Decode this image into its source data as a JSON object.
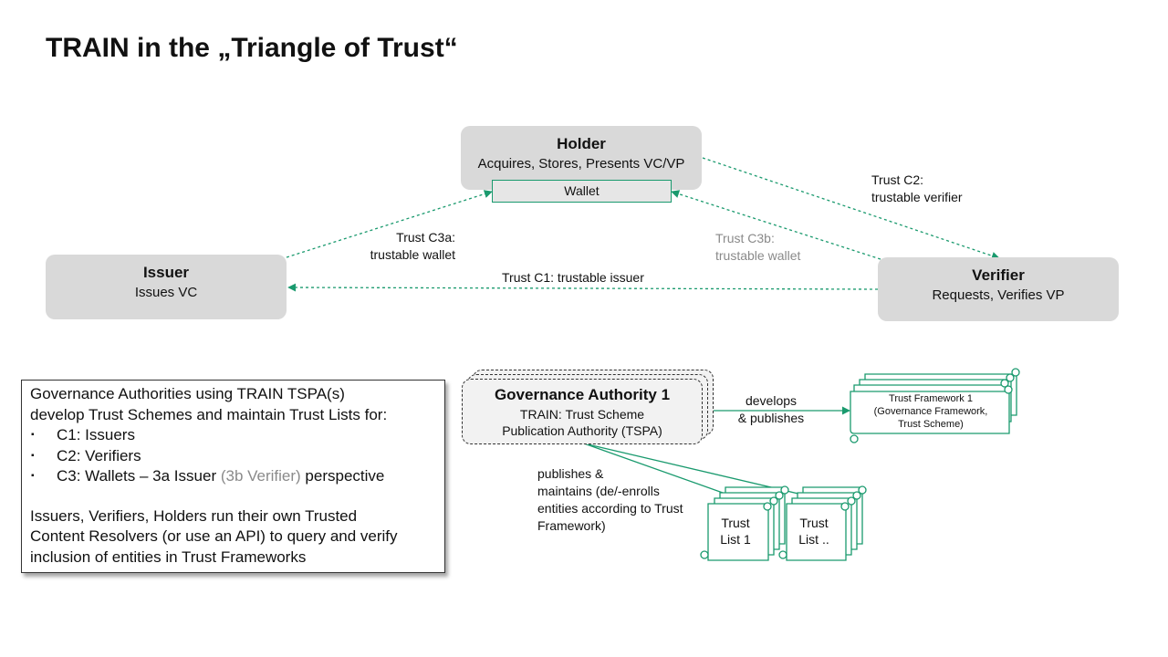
{
  "title": "TRAIN in the „Triangle of Trust“",
  "holder": {
    "name": "Holder",
    "desc": "Acquires, Stores, Presents VC/VP",
    "wallet": "Wallet"
  },
  "issuer": {
    "name": "Issuer",
    "desc": "Issues VC"
  },
  "verifier": {
    "name": "Verifier",
    "desc": "Requests, Verifies VP"
  },
  "edges": {
    "c1": "Trust C1: trustable issuer",
    "c2": [
      "Trust C2:",
      "trustable verifier"
    ],
    "c3a": [
      "Trust C3a:",
      "trustable wallet"
    ],
    "c3b": [
      "Trust C3b:",
      "trustable wallet"
    ]
  },
  "governance": {
    "name": "Governance Authority 1",
    "desc": [
      "TRAIN: Trust Scheme",
      "Publication Authority (TSPA)"
    ],
    "develops": [
      "develops",
      "& publishes"
    ],
    "publishes": [
      "publishes &",
      "maintains (de/-enrolls",
      "entities according to Trust",
      "Framework)"
    ]
  },
  "trust_framework": [
    "Trust Framework 1",
    "(Governance Framework,",
    "Trust Scheme)"
  ],
  "trust_lists": [
    [
      "Trust",
      "List 1"
    ],
    [
      "Trust",
      "List .."
    ]
  ],
  "info": {
    "intro": [
      "Governance Authorities using TRAIN TSPA(s)",
      "develop Trust Schemes and maintain Trust Lists for:"
    ],
    "bullets": [
      {
        "text": "C1: Issuers"
      },
      {
        "text": "C2: Verifiers"
      },
      {
        "pre": "C3: Wallets – 3a Issuer ",
        "muted": "(3b Verifier)",
        "post": " perspective"
      }
    ],
    "bullet_char": "▪",
    "outro": [
      "Issuers, Verifiers, Holders run their own Trusted",
      "Content Resolvers (or use an API) to query and verify",
      "inclusion of entities in Trust Frameworks"
    ]
  },
  "colors": {
    "connector": "#1a9a6e",
    "actor_fill": "#d9d9d9",
    "muted_text": "#8a8a8a"
  }
}
